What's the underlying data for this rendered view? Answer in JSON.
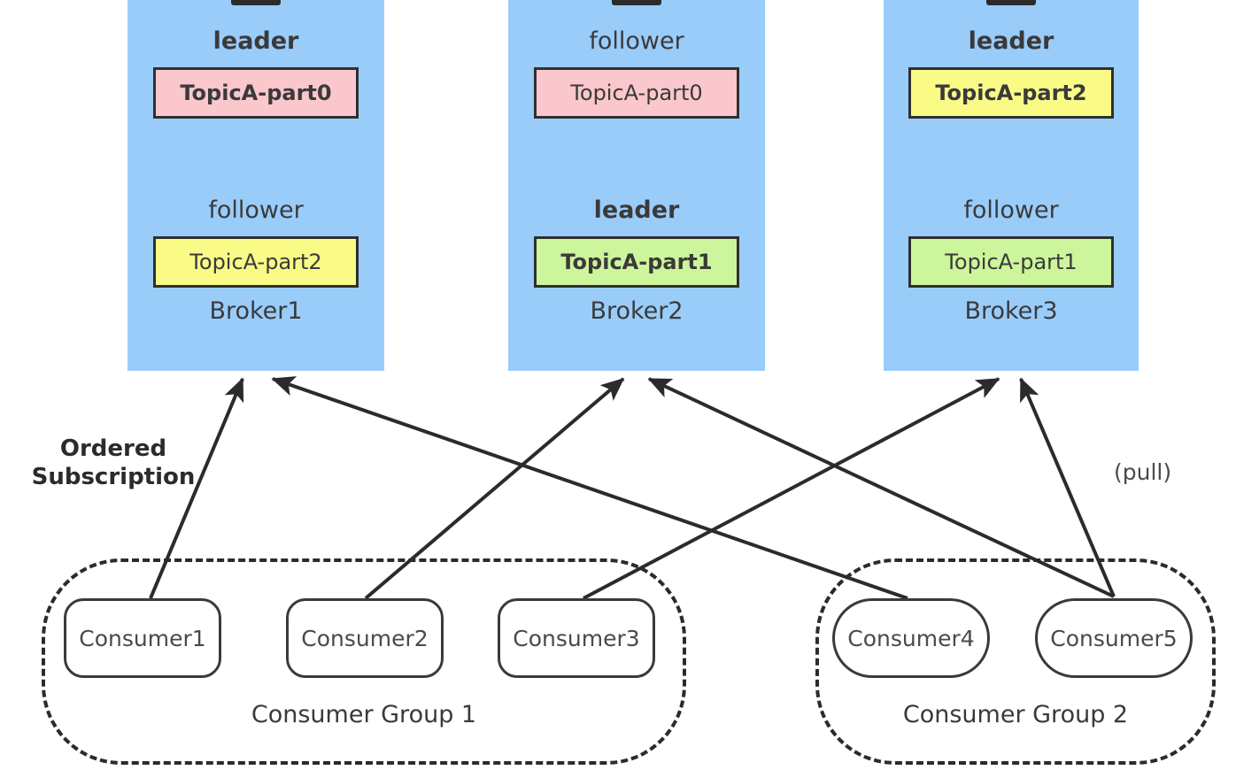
{
  "diagram": {
    "title": "Kafka broker / consumer group topology",
    "colors": {
      "broker_fill": "#9ACCFA",
      "partition_pink": "#FAC7CC",
      "partition_yellow": "#FAFA87",
      "partition_green": "#CDF59B",
      "line": "#2b2b2b",
      "text": "#3a3a3a"
    }
  },
  "brokers": [
    {
      "name": "Broker1",
      "top_role": "leader",
      "top_role_bold": true,
      "top_partition": "TopicA-part0",
      "top_partition_color": "#FAC7CC",
      "top_partition_bold": true,
      "bottom_role": "follower",
      "bottom_role_bold": false,
      "bottom_partition": "TopicA-part2",
      "bottom_partition_color": "#FAFA87",
      "bottom_partition_bold": false
    },
    {
      "name": "Broker2",
      "top_role": "follower",
      "top_role_bold": false,
      "top_partition": "TopicA-part0",
      "top_partition_color": "#FAC7CC",
      "top_partition_bold": false,
      "bottom_role": "leader",
      "bottom_role_bold": true,
      "bottom_partition": "TopicA-part1",
      "bottom_partition_color": "#CDF59B",
      "bottom_partition_bold": true
    },
    {
      "name": "Broker3",
      "top_role": "leader",
      "top_role_bold": true,
      "top_partition": "TopicA-part2",
      "top_partition_color": "#FAFA87",
      "top_partition_bold": true,
      "bottom_role": "follower",
      "bottom_role_bold": false,
      "bottom_partition": "TopicA-part1",
      "bottom_partition_color": "#CDF59B",
      "bottom_partition_bold": false
    }
  ],
  "labels": {
    "ordered_subscription": "Ordered\nSubscription",
    "pull": "(pull)"
  },
  "groups": [
    {
      "label": "Consumer Group 1",
      "consumers": [
        "Consumer1",
        "Consumer2",
        "Consumer3"
      ]
    },
    {
      "label": "Consumer Group 2",
      "consumers": [
        "Consumer4",
        "Consumer5"
      ]
    }
  ],
  "chart_data": {
    "type": "diagram",
    "title": "Kafka ordered subscription (pull) topology",
    "nodes": {
      "brokers": [
        "Broker1",
        "Broker2",
        "Broker3"
      ],
      "consumers": [
        "Consumer1",
        "Consumer2",
        "Consumer3",
        "Consumer4",
        "Consumer5"
      ],
      "groups": [
        "Consumer Group 1",
        "Consumer Group 2"
      ]
    },
    "edges": [
      {
        "from": "Consumer1",
        "to": "Broker1",
        "direction": "consumer-to-broker"
      },
      {
        "from": "Consumer2",
        "to": "Broker2",
        "direction": "consumer-to-broker"
      },
      {
        "from": "Consumer3",
        "to": "Broker3",
        "direction": "consumer-to-broker"
      },
      {
        "from": "Consumer4",
        "to": "Broker1",
        "direction": "consumer-to-broker"
      },
      {
        "from": "Consumer5",
        "to": "Broker2",
        "direction": "consumer-to-broker"
      },
      {
        "from": "Consumer5",
        "to": "Broker3",
        "direction": "consumer-to-broker"
      }
    ],
    "membership": {
      "Consumer Group 1": [
        "Consumer1",
        "Consumer2",
        "Consumer3"
      ],
      "Consumer Group 2": [
        "Consumer4",
        "Consumer5"
      ]
    },
    "partition_placement": [
      {
        "broker": "Broker1",
        "partition": "TopicA-part0",
        "role": "leader"
      },
      {
        "broker": "Broker1",
        "partition": "TopicA-part2",
        "role": "follower"
      },
      {
        "broker": "Broker2",
        "partition": "TopicA-part0",
        "role": "follower"
      },
      {
        "broker": "Broker2",
        "partition": "TopicA-part1",
        "role": "leader"
      },
      {
        "broker": "Broker3",
        "partition": "TopicA-part2",
        "role": "leader"
      },
      {
        "broker": "Broker3",
        "partition": "TopicA-part1",
        "role": "follower"
      }
    ]
  }
}
